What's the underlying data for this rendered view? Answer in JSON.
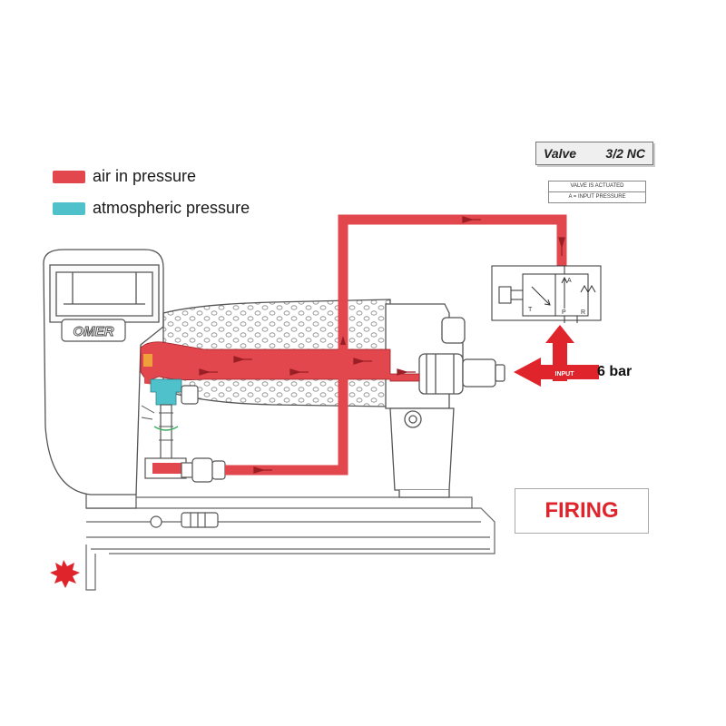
{
  "legend": {
    "items": [
      {
        "label": "air in pressure",
        "color": "#e2474e"
      },
      {
        "label": "atmospheric pressure",
        "color": "#4fc1cb"
      }
    ]
  },
  "valve": {
    "title_left": "Valve",
    "title_right": "3/2 NC",
    "notes": [
      "VALVE IS ACTUATED",
      "A = INPUT PRESSURE"
    ],
    "ports": {
      "a": "A",
      "p": "P",
      "r": "R",
      "t": "T"
    }
  },
  "input": {
    "label": "INPUT",
    "pressure": "6 bar"
  },
  "state": {
    "label": "FIRING"
  },
  "brand": {
    "logo": "OMER"
  },
  "colors": {
    "pressure": "#e2474e",
    "atmospheric": "#4fc1cb",
    "outline": "#555555",
    "accent": "#e0242c"
  }
}
